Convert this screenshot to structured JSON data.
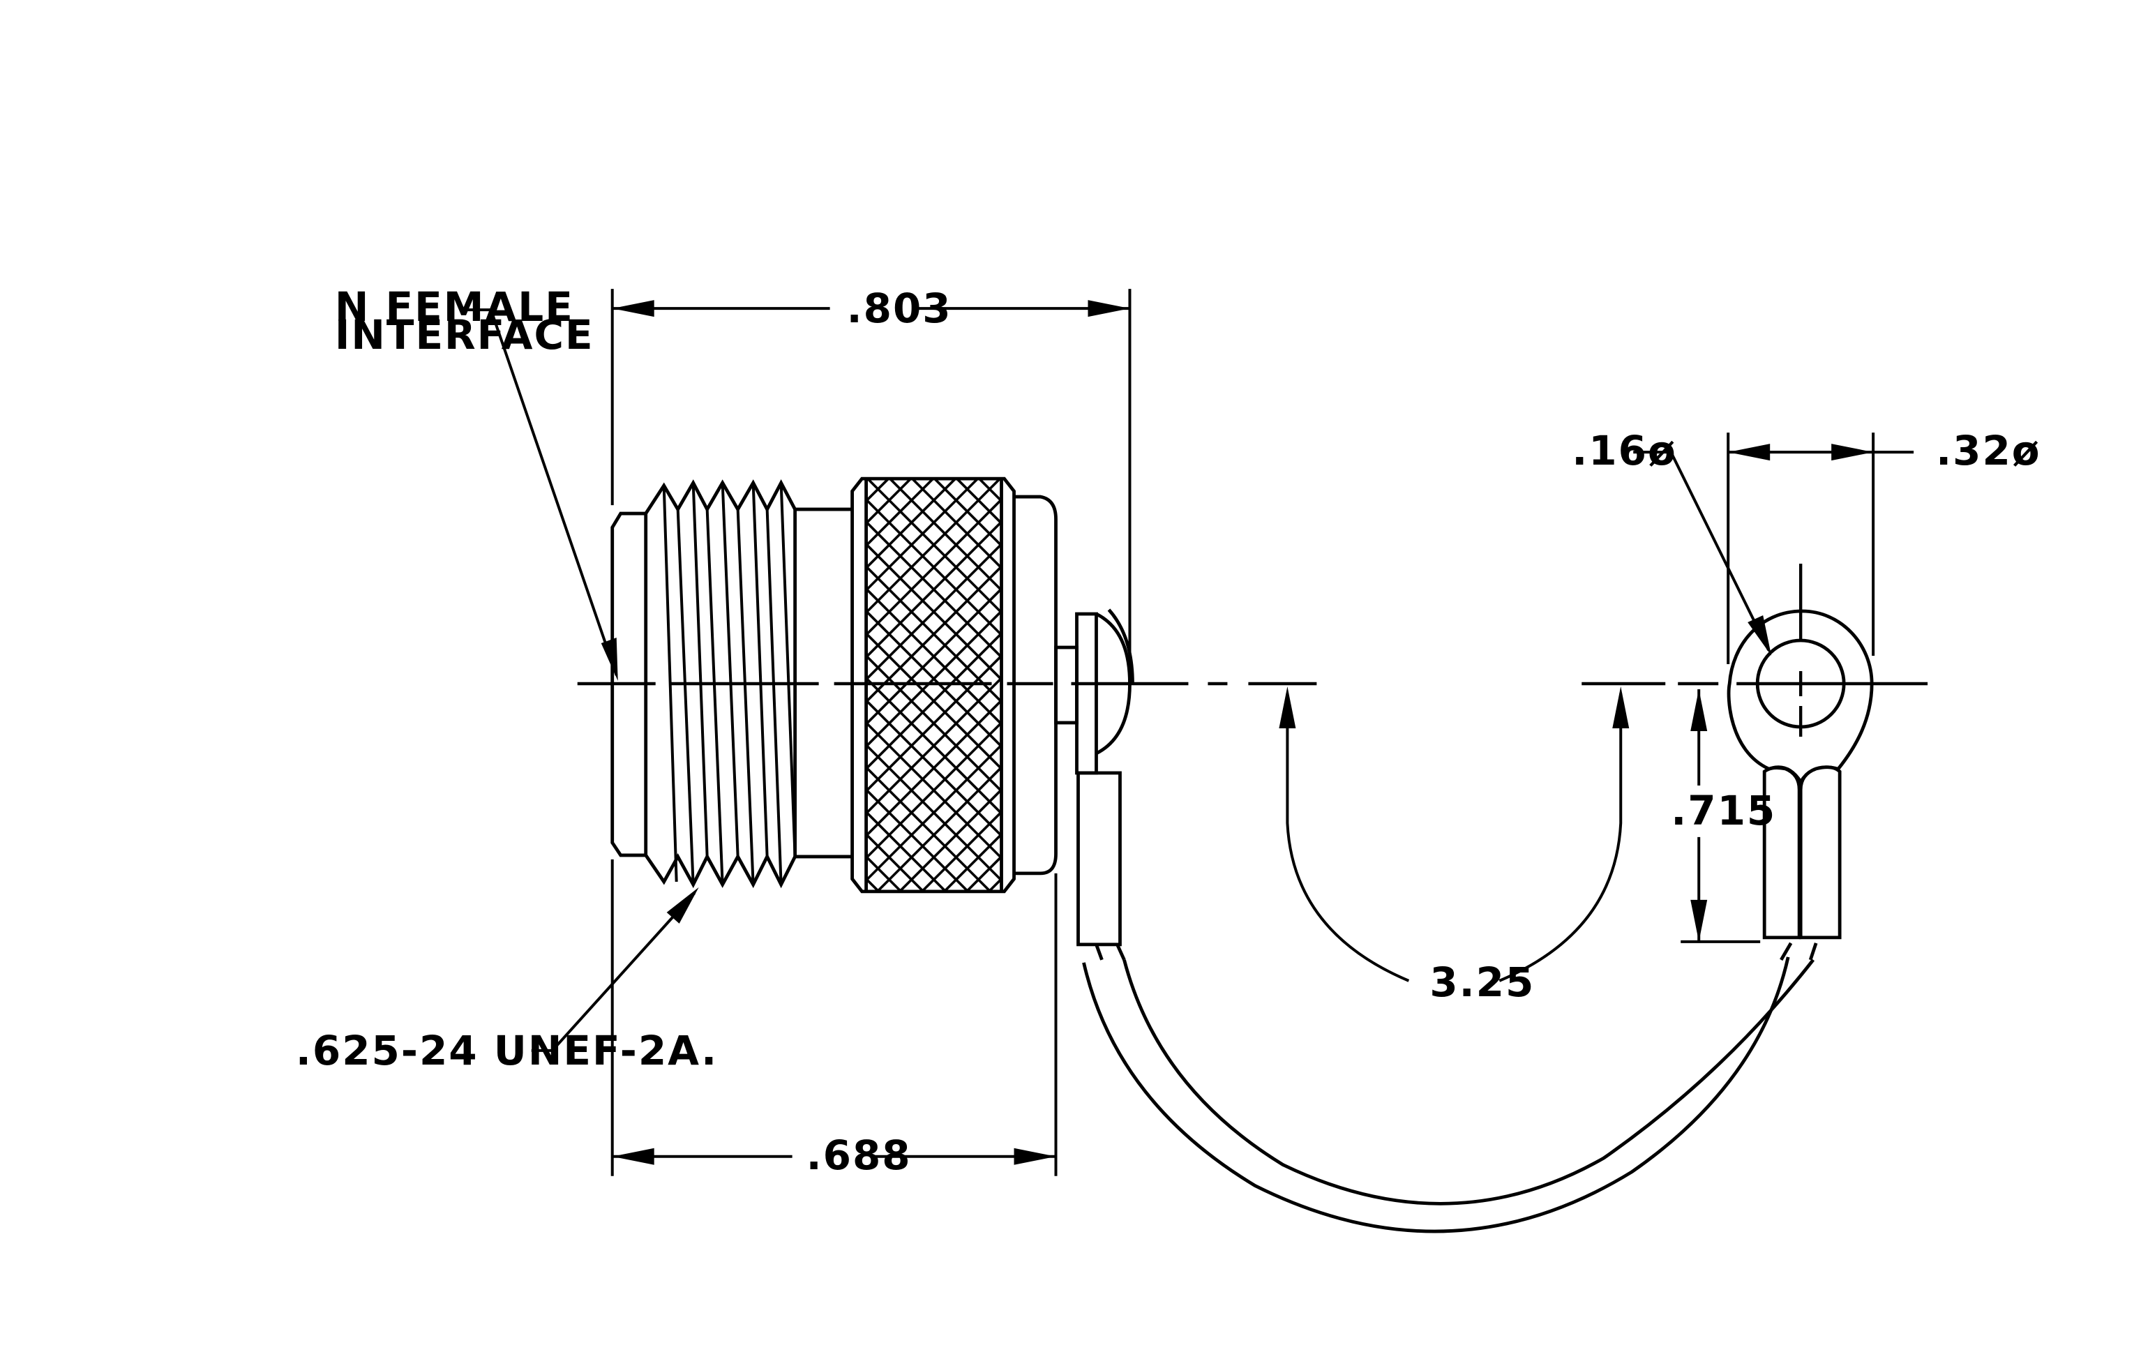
{
  "labels": {
    "interface_line1": "N FEMALE",
    "interface_line2": "INTERFACE",
    "thread": ".625-24 UNEF-2A.",
    "overall_length": ".803",
    "body_length": ".688",
    "chain_length": "3.25",
    "lug_offset": ".715",
    "hole_diameter": ".16ø",
    "lug_diameter": ".32ø"
  }
}
